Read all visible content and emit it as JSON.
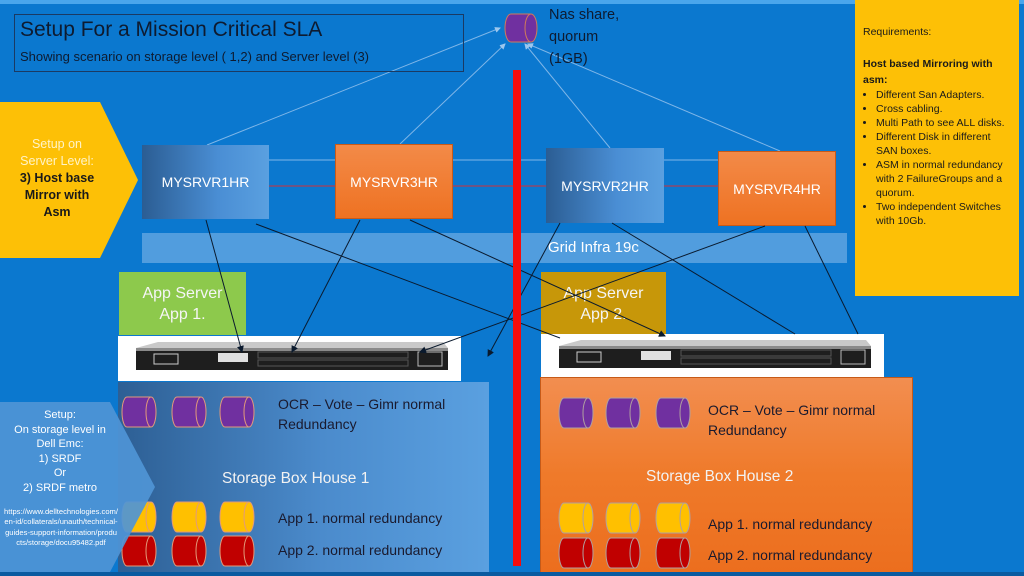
{
  "title": {
    "heading": "Setup For a Mission Critical SLA",
    "subheading": "Showing scenario on storage level ( 1,2) and Server level (3)"
  },
  "nas": {
    "label": "Nas share,\nquorum\n(1GB)",
    "icon": "disk-cylinder-icon",
    "color": "#7030a0"
  },
  "requirements": {
    "title": "Requirements:",
    "section_heading": "Host based Mirroring with asm:",
    "items": [
      "Different San Adapters.",
      "Cross cabling.",
      "Multi Path to see ALL disks.",
      "Different Disk in different SAN boxes.",
      "ASM in normal redundancy with 2 FailureGroups and a quorum.",
      "Two independent Switches with 10Gb."
    ]
  },
  "server_level": {
    "line1": "Setup on",
    "line2": "Server Level:",
    "line3": "3) Host base",
    "line4": "Mirror with",
    "line5": "Asm"
  },
  "servers": [
    {
      "name": "MYSRVR1HR",
      "style": "blue"
    },
    {
      "name": "MYSRVR3HR",
      "style": "orange"
    },
    {
      "name": "MYSRVR2HR",
      "style": "blue"
    },
    {
      "name": "MYSRVR4HR",
      "style": "orange"
    }
  ],
  "grid_infra": {
    "label": "Grid Infra 19c"
  },
  "app_servers": [
    {
      "line1": "App Server",
      "line2": "App 1.",
      "color": "#8dc94c"
    },
    {
      "line1": "App Server",
      "line2": "App 2.",
      "color": "#c79709"
    }
  ],
  "storage_houses": [
    {
      "title": "Storage Box House 1",
      "ocr_label_line1": "OCR – Vote – Gimr normal",
      "ocr_label_line2": "Redundancy",
      "app1_label": "App 1. normal redundancy",
      "app2_label": "App 2. normal redundancy"
    },
    {
      "title": "Storage Box House 2",
      "ocr_label_line1": "OCR – Vote – Gimr normal",
      "ocr_label_line2": "Redundancy",
      "app1_label": "App 1. normal redundancy",
      "app2_label": "App 2. normal redundancy"
    }
  ],
  "disk_colors": {
    "ocr": "#7030a0",
    "app1": "#ffc000",
    "app2": "#c00000"
  },
  "storage_level": {
    "line1": "Setup:",
    "line2": "On storage level in",
    "line3": "Dell Emc:",
    "line4": "1) SRDF",
    "line5": "Or",
    "line6": "2) SRDF metro",
    "url": "https://www.delltechnologies.com/en-id/collaterals/unauth/technical-guides-support-information/products/storage/docu95482.pdf"
  },
  "colors": {
    "background": "#0b78cf",
    "requirements_bg": "#fdc006",
    "divider": "#f50c0c"
  }
}
